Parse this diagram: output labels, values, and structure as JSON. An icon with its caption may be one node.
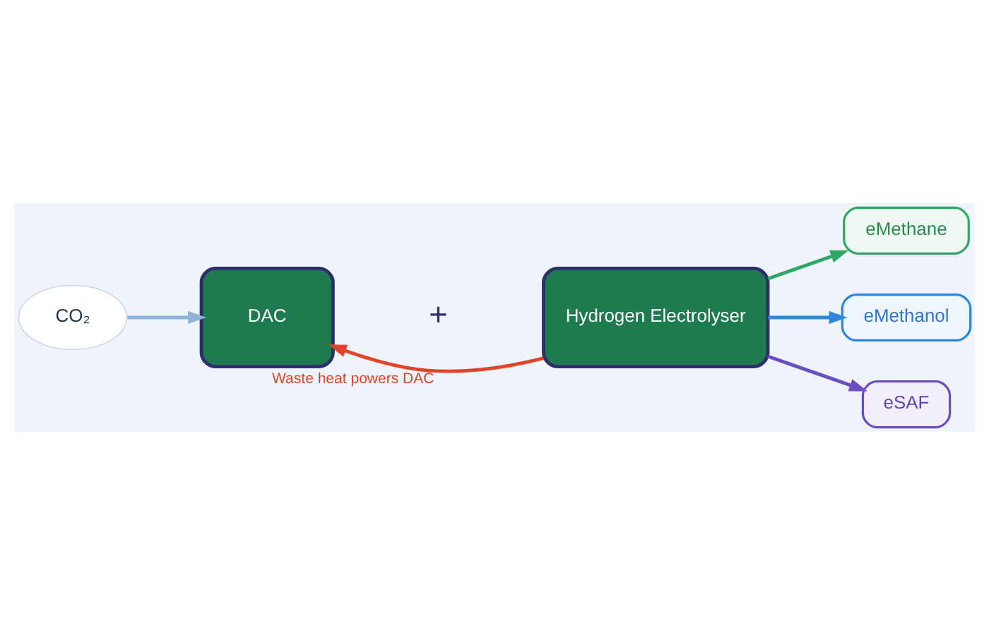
{
  "diagram": {
    "nodes": [
      {
        "text": [
          "CO₂"
        ]
      },
      {
        "text": [
          "DAC"
        ]
      },
      {
        "text": [
          "Hydrogen Electrolyser"
        ]
      },
      {
        "text": [
          "eMethane"
        ]
      },
      {
        "text": [
          "eMethanol"
        ]
      },
      {
        "text": [
          "eSAF"
        ]
      }
    ],
    "edges": [
      {
        "from": 0,
        "to": 1,
        "arrow": "to",
        "color": "#8fb3d6"
      },
      {
        "from": 2,
        "to": 1,
        "arrow": "to",
        "label": "Waste heat powers DAC",
        "color": "#e0452b"
      },
      {
        "from": 2,
        "to": 3,
        "arrow": "to",
        "color": "#2fa866"
      },
      {
        "from": 2,
        "to": 4,
        "arrow": "to",
        "color": "#2f86d6"
      },
      {
        "from": 2,
        "to": 5,
        "arrow": "to",
        "color": "#6a4fc2"
      }
    ],
    "labels": [
      "+"
    ]
  }
}
